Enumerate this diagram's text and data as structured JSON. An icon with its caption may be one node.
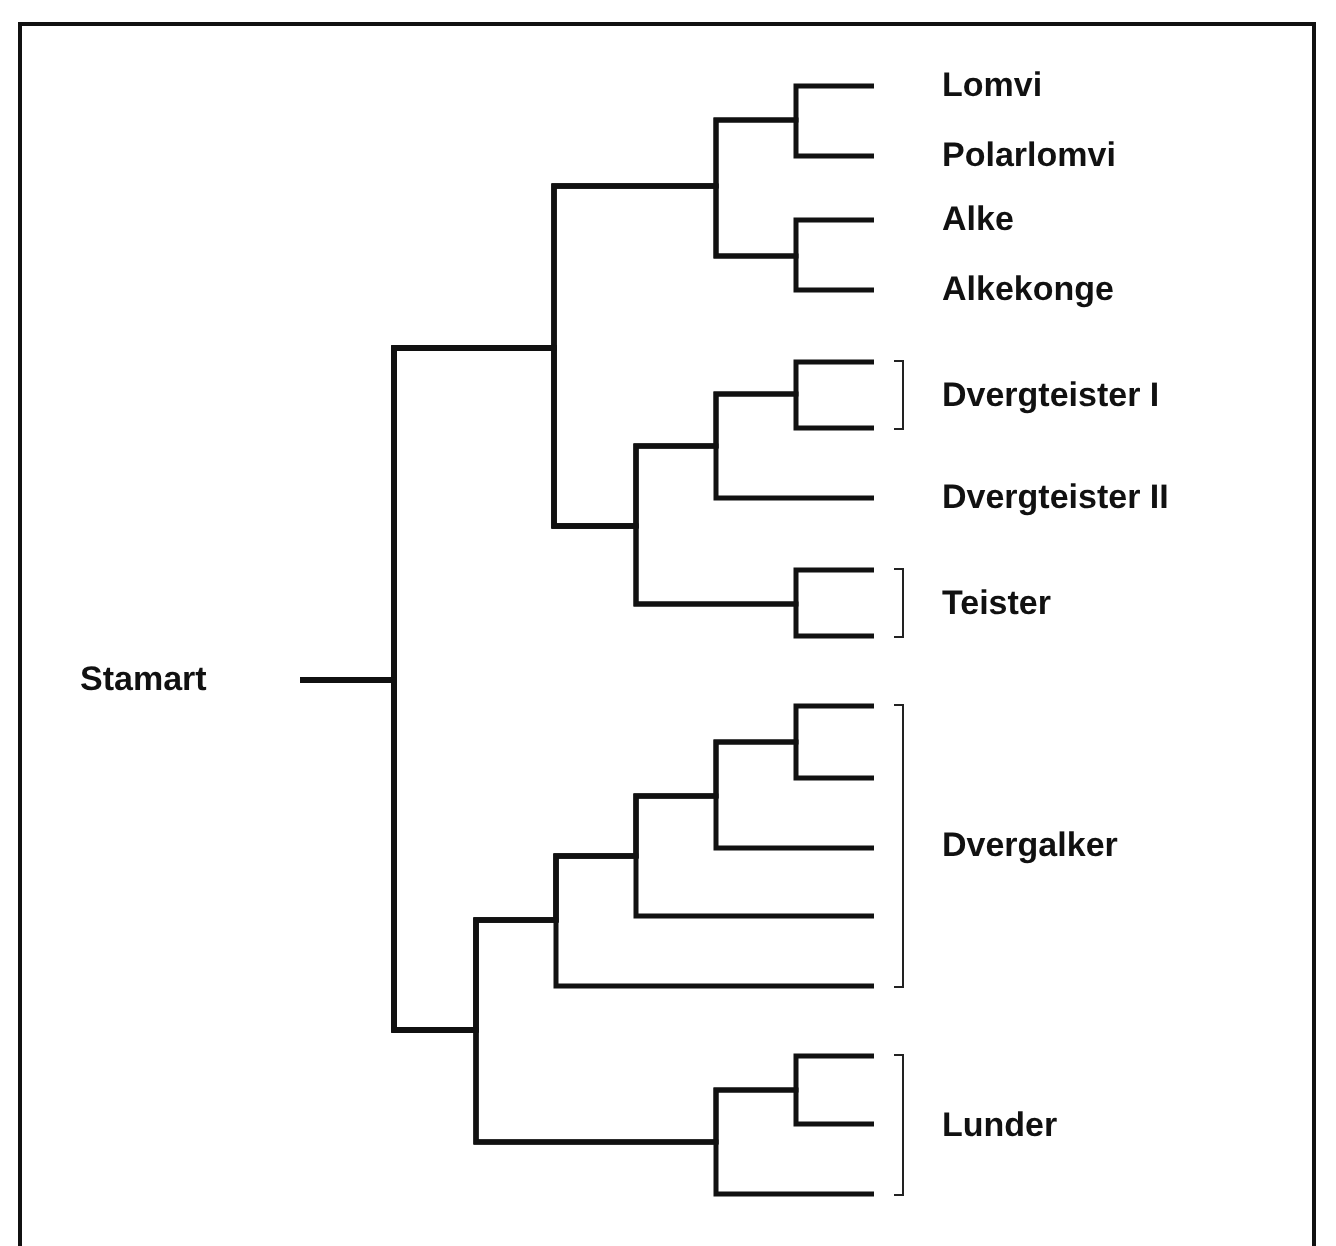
{
  "diagram": {
    "nodes": [
      {
        "text": [
          "Stamart"
        ]
      },
      {
        "text": [
          "Lomvi"
        ]
      },
      {
        "text": [
          "Polarlomvi"
        ]
      },
      {
        "text": [
          "Alke"
        ]
      },
      {
        "text": [
          "Alkekonge"
        ]
      },
      {
        "text": [
          "Dvergteister I"
        ]
      },
      {
        "text": [
          "Dvergteister II"
        ]
      },
      {
        "text": [
          "Teister"
        ]
      },
      {
        "text": [
          "Dvergalker"
        ]
      },
      {
        "text": [
          "Lunder"
        ]
      }
    ],
    "edges": [
      {
        "from": 0,
        "to": 1,
        "arrow": "none"
      },
      {
        "from": 0,
        "to": 2,
        "arrow": "none"
      },
      {
        "from": 0,
        "to": 3,
        "arrow": "none"
      },
      {
        "from": 0,
        "to": 4,
        "arrow": "none"
      },
      {
        "from": 0,
        "to": 5,
        "arrow": "none"
      },
      {
        "from": 0,
        "to": 5,
        "arrow": "none"
      },
      {
        "from": 0,
        "to": 6,
        "arrow": "none"
      },
      {
        "from": 0,
        "to": 7,
        "arrow": "none"
      },
      {
        "from": 0,
        "to": 7,
        "arrow": "none"
      },
      {
        "from": 0,
        "to": 8,
        "arrow": "none"
      },
      {
        "from": 0,
        "to": 8,
        "arrow": "none"
      },
      {
        "from": 0,
        "to": 8,
        "arrow": "none"
      },
      {
        "from": 0,
        "to": 8,
        "arrow": "none"
      },
      {
        "from": 0,
        "to": 8,
        "arrow": "none"
      },
      {
        "from": 0,
        "to": 9,
        "arrow": "none"
      },
      {
        "from": 0,
        "to": 9,
        "arrow": "none"
      },
      {
        "from": 0,
        "to": 9,
        "arrow": "none"
      }
    ]
  }
}
